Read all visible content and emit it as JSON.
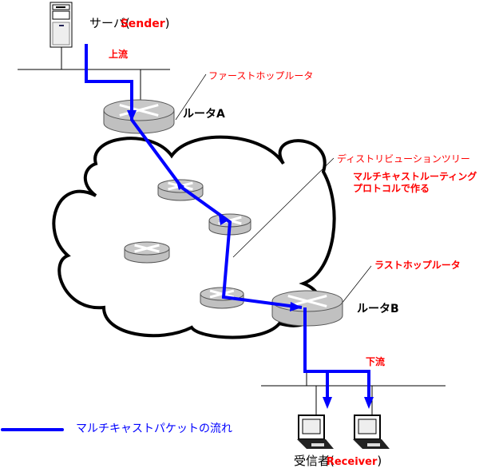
{
  "server": {
    "label": "サーバ(",
    "label_en": "Sender",
    "label_close": ")"
  },
  "upstream": "上流",
  "downstream": "下流",
  "first_hop": "ファーストホップルータ",
  "router_a": "ルータA",
  "router_b": "ルータB",
  "distribution_tree": "ディストリビューションツリー",
  "routing_note": [
    "マルチキャストルーティング",
    "プロトコルで作る"
  ],
  "last_hop": "ラストホップルータ",
  "receiver": {
    "label": "受信者(",
    "label_en": "Receiver",
    "label_close": ")"
  },
  "legend": {
    "label": "マルチキャストパケットの流れ",
    "color": "#0000ff"
  },
  "colors": {
    "annotation": "#ff0000",
    "flow": "#0000ff",
    "router": "#c0c0c0"
  }
}
